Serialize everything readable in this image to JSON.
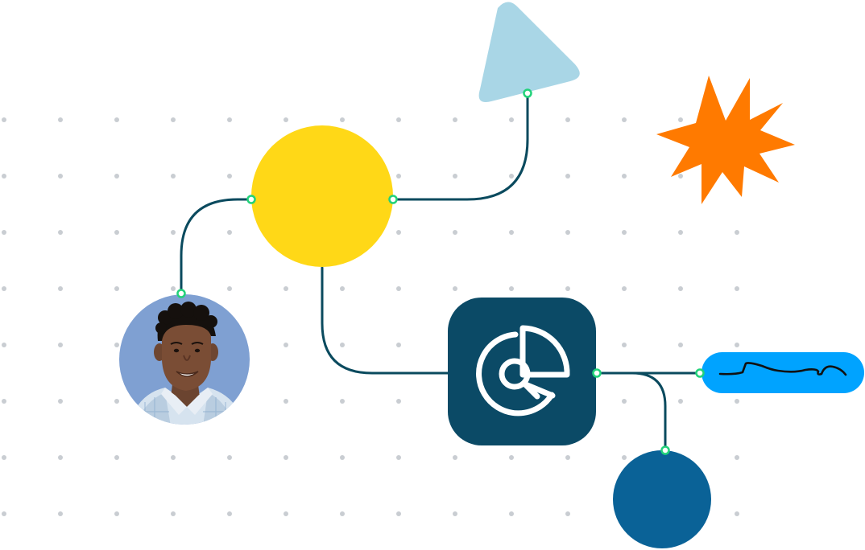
{
  "diagram": {
    "background": "#ffffff",
    "dot_grid_color": "#c9cdd2",
    "connector_color": "#0a4a5e",
    "port_color": "#22d27a",
    "port_fill": "#ffffff",
    "nodes": [
      {
        "id": "yellow-circle",
        "shape": "circle",
        "color": "#ffd817"
      },
      {
        "id": "triangle",
        "shape": "rounded-triangle",
        "color": "#a9d6e6"
      },
      {
        "id": "starburst",
        "shape": "star",
        "color": "#ff7a00"
      },
      {
        "id": "avatar",
        "shape": "photo-circle",
        "color": "#7fa0d2",
        "icon": "person-photo"
      },
      {
        "id": "analytics-tile",
        "shape": "rounded-square",
        "color": "#0b4a66",
        "icon": "analytics-search-icon",
        "icon_color": "#ffffff"
      },
      {
        "id": "signature-pill",
        "shape": "pill",
        "color": "#00a3ff",
        "icon": "signature-scribble",
        "icon_color": "#111111"
      },
      {
        "id": "blue-circle",
        "shape": "circle",
        "color": "#0a6297"
      }
    ],
    "connections": [
      {
        "from": "avatar",
        "to": "yellow-circle"
      },
      {
        "from": "yellow-circle",
        "to": "triangle"
      },
      {
        "from": "yellow-circle",
        "to": "analytics-tile"
      },
      {
        "from": "analytics-tile",
        "to": "signature-pill"
      },
      {
        "from": "analytics-tile",
        "to": "blue-circle"
      }
    ]
  }
}
